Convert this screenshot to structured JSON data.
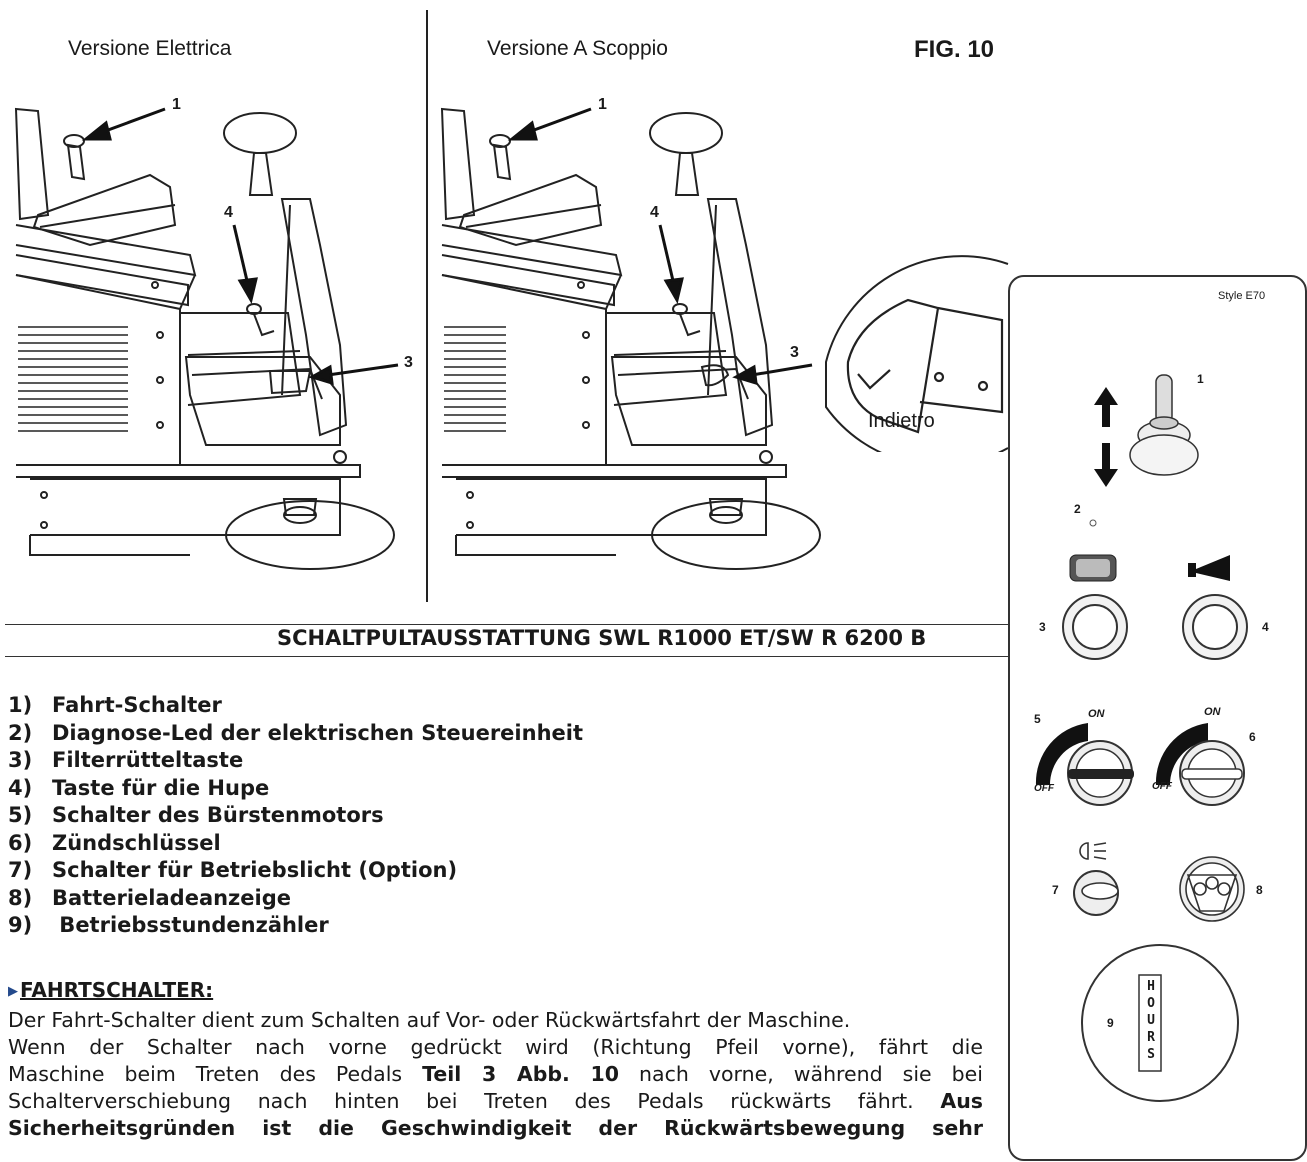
{
  "figure": {
    "caption_electric": "Versione Elettrica",
    "caption_combustion": "Versione A Scoppio",
    "fig_label": "FIG. 10",
    "callouts_left": [
      "1",
      "4",
      "3"
    ],
    "callouts_right": [
      "1",
      "4",
      "3"
    ],
    "zoom_label": "Indietro"
  },
  "panel": {
    "style_label": "Style E70",
    "labels": {
      "n1": "1",
      "n2": "2",
      "n3": "3",
      "n4": "4",
      "n5": "5",
      "n6": "6",
      "n7": "7",
      "n8": "8",
      "n9": "9",
      "on": "ON",
      "off": "OFF"
    },
    "hours_letters": [
      "H",
      "O",
      "U",
      "R",
      "S"
    ],
    "icons": [
      "double-arrow-icon",
      "joystick-icon",
      "led-icon",
      "brush-shaker-icon",
      "horn-icon",
      "key-switch-icon",
      "work-light-icon",
      "battery-gauge-icon"
    ]
  },
  "section_title": "SCHALTPULTAUSSTATTUNG SWL R1000 ET/SW R 6200 B",
  "items": [
    {
      "num": "1)",
      "text": "Fahrt-Schalter"
    },
    {
      "num": "2)",
      "text": "Diagnose-Led der elektrischen Steuereinheit"
    },
    {
      "num": "3)",
      "text": "Filterrütteltaste"
    },
    {
      "num": "4)",
      "text": "Taste für die Hupe"
    },
    {
      "num": "5)",
      "text": "Schalter des Bürstenmotors"
    },
    {
      "num": "6)",
      "text": "Zündschlüssel"
    },
    {
      "num": "7)",
      "text": "Schalter für Betriebslicht (Option)"
    },
    {
      "num": "8)",
      "text": "Batterieladeanzeige"
    },
    {
      "num": "9)",
      "text": " Betriebsstundenzähler"
    }
  ],
  "subsection": {
    "title": "FAHRTSCHALTER:",
    "p1": "Der Fahrt-Schalter dient zum Schalten auf Vor- oder Rückwärtsfahrt der Maschine.",
    "p2": "Wenn der Schalter nach vorne gedrückt wird (Richtung Pfeil vorne), fährt die",
    "p3a": "Maschine beim Treten des Pedals ",
    "p3b": "Teil 3 Abb. 10",
    "p3c": " nach vorne, während sie bei",
    "p4a": "Schalterverschiebung nach hinten bei Treten des Pedals rückwärts fährt. ",
    "p4b": "Aus",
    "p5": "Sicherheitsgründen ist die Geschwindigkeit der Rückwärtsbewegung sehr"
  }
}
